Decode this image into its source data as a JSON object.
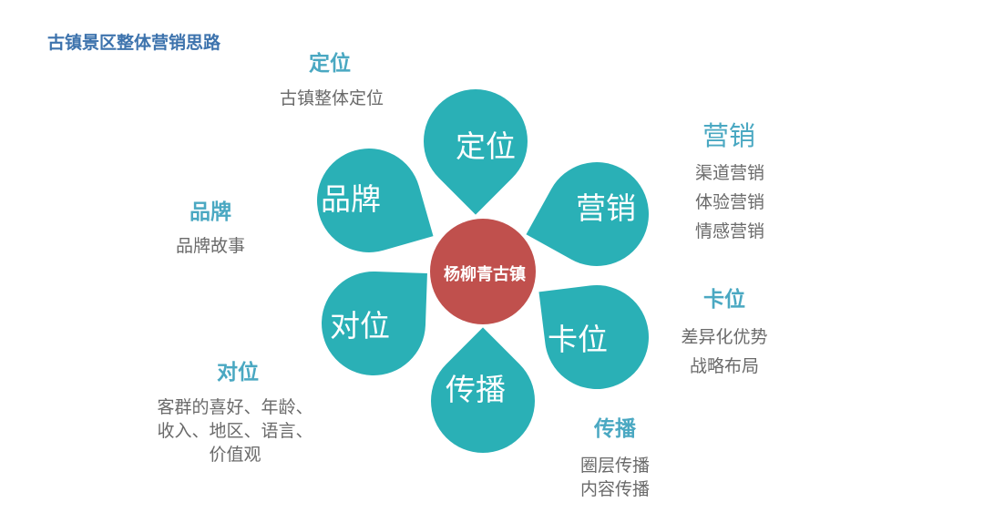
{
  "title": "古镇景区整体营销思路",
  "center": {
    "label": "杨柳青古镇",
    "color": "#c0504d"
  },
  "petal_color": "#2ab0b6",
  "petals": [
    {
      "label": "定位",
      "heading": "定位",
      "details": [
        "古镇整体定位"
      ]
    },
    {
      "label": "营销",
      "heading": "营销",
      "details": [
        "渠道营销",
        "体验营销",
        "情感营销"
      ]
    },
    {
      "label": "卡位",
      "heading": "卡位",
      "details": [
        "差异化优势",
        "战略布局"
      ]
    },
    {
      "label": "传播",
      "heading": "传播",
      "details": [
        "圈层传播",
        "内容传播"
      ]
    },
    {
      "label": "对位",
      "heading": "对位",
      "details": [
        "客群的喜好、年龄、",
        "收入、地区、语言、",
        "价值观"
      ]
    },
    {
      "label": "品牌",
      "heading": "品牌",
      "details": [
        "品牌故事"
      ]
    }
  ]
}
